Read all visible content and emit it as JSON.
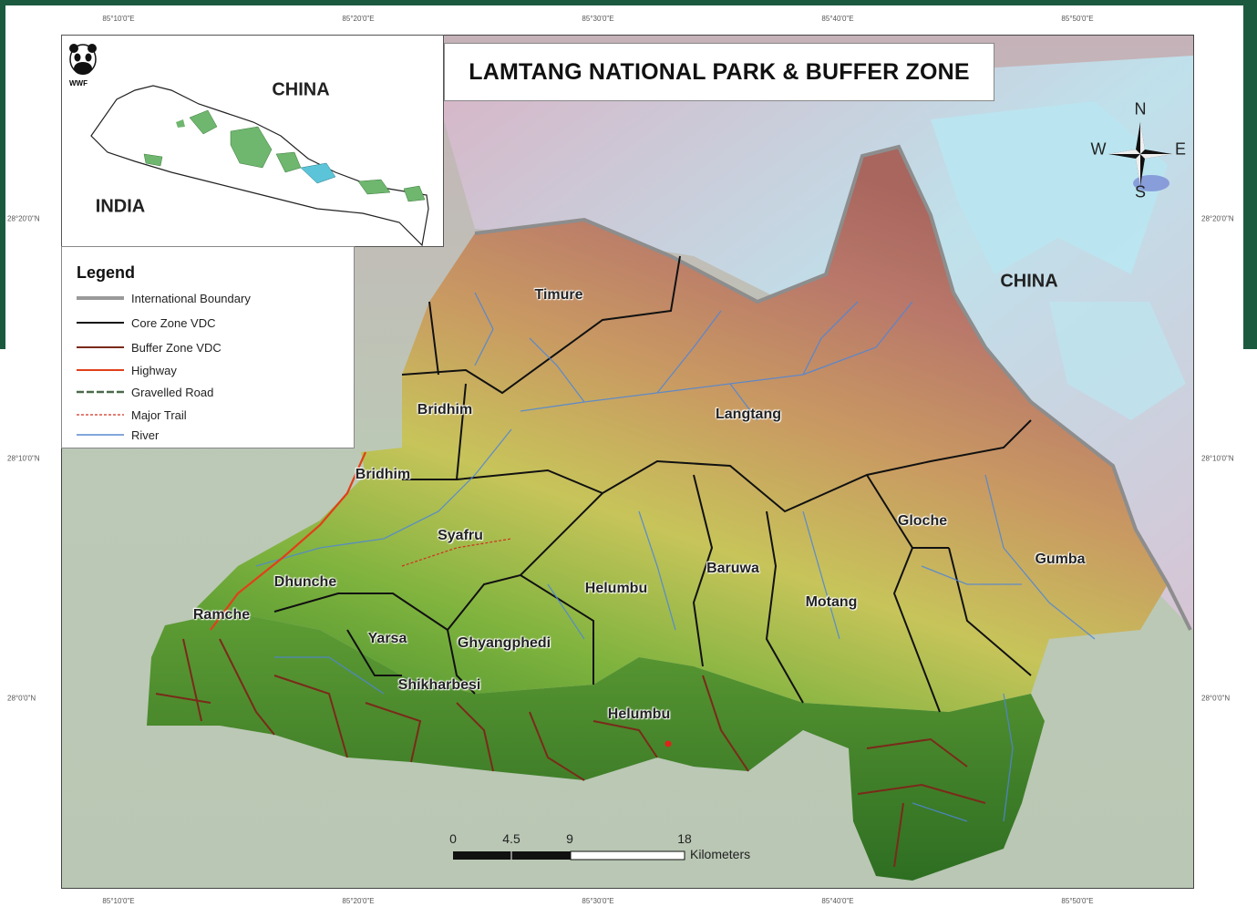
{
  "map": {
    "title": "LAMTANG NATIONAL PARK & BUFFER ZONE",
    "logo_text": "WWF",
    "countries": {
      "inset_china": "CHINA",
      "inset_india": "INDIA",
      "main_china": "CHINA"
    },
    "graticule": {
      "top": [
        "85°10'0\"E",
        "85°20'0\"E",
        "85°30'0\"E",
        "85°40'0\"E",
        "85°50'0\"E"
      ],
      "bottom": [
        "85°10'0\"E",
        "85°20'0\"E",
        "85°30'0\"E",
        "85°40'0\"E",
        "85°50'0\"E"
      ],
      "left": [
        "28°20'0\"N",
        "28°10'0\"N",
        "28°0'0\"N"
      ],
      "right": [
        "28°20'0\"N",
        "28°10'0\"N",
        "28°0'0\"N"
      ]
    },
    "compass": {
      "n": "N",
      "s": "S",
      "e": "E",
      "w": "W"
    },
    "vdc_labels": [
      "Timure",
      "Bridhim",
      "Langtang",
      "Bridhim",
      "Syafru",
      "Dhunche",
      "Ramche",
      "Yarsa",
      "Ghyangphedi",
      "Shikharbesi",
      "Helumbu",
      "Baruwa",
      "Motang",
      "Gloche",
      "Gumba",
      "Helumbu"
    ]
  },
  "legend": {
    "title": "Legend",
    "items": [
      {
        "label": "International Boundary",
        "color": "#9a9a9a"
      },
      {
        "label": "Core Zone VDC",
        "color": "#111111"
      },
      {
        "label": "Buffer Zone VDC",
        "color": "#7a2a1a"
      },
      {
        "label": "Highway",
        "color": "#e0401a"
      },
      {
        "label": "Gravelled Road",
        "color": "#4a6a4a"
      },
      {
        "label": "Major Trail",
        "color": "#d03020"
      },
      {
        "label": "River",
        "color": "#5a8ad0"
      }
    ]
  },
  "scale": {
    "ticks": [
      "0",
      "4.5",
      "9",
      "18"
    ],
    "unit": "Kilometers"
  }
}
